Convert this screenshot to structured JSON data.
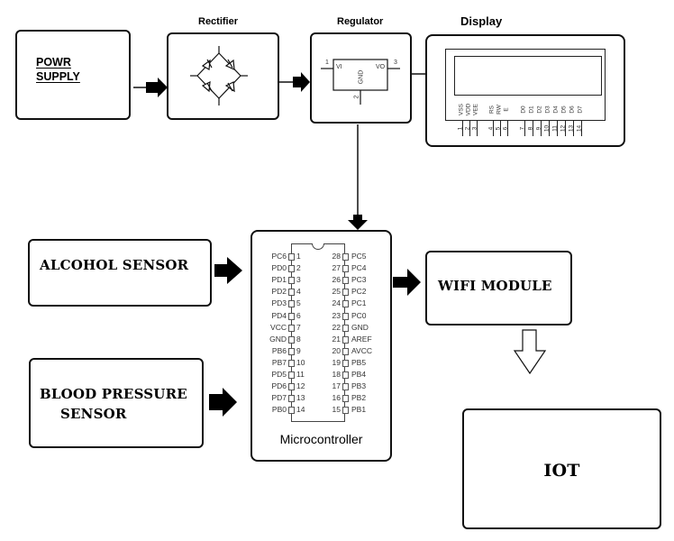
{
  "diagram": {
    "type": "block-diagram",
    "blocks": {
      "power_supply": {
        "line1": "POWR",
        "line2": "SUPPLY"
      },
      "rectifier": {
        "title": "Rectifier"
      },
      "regulator": {
        "title": "Regulator",
        "pin_in": "VI",
        "pin_out": "VO",
        "pin_gnd": "GND",
        "pin_in_num": "1",
        "pin_gnd_num": "2",
        "pin_out_num": "3"
      },
      "display": {
        "title": "Display",
        "pins": [
          {
            "num": "1",
            "name": "VSS"
          },
          {
            "num": "2",
            "name": "VDD"
          },
          {
            "num": "3",
            "name": "VEE"
          },
          {
            "num": "4",
            "name": "RS"
          },
          {
            "num": "5",
            "name": "RW"
          },
          {
            "num": "6",
            "name": "E"
          },
          {
            "num": "7",
            "name": "D0"
          },
          {
            "num": "8",
            "name": "D1"
          },
          {
            "num": "9",
            "name": "D2"
          },
          {
            "num": "10",
            "name": "D3"
          },
          {
            "num": "11",
            "name": "D4"
          },
          {
            "num": "12",
            "name": "D5"
          },
          {
            "num": "13",
            "name": "D6"
          },
          {
            "num": "14",
            "name": "D7"
          }
        ]
      },
      "alcohol_sensor": {
        "label": "ALCOHOL SENSOR"
      },
      "bp_sensor": {
        "line1": "BLOOD PRESSURE",
        "line2": "SENSOR"
      },
      "microcontroller": {
        "label": "Microcontroller",
        "left_pins": [
          {
            "name": "PC6",
            "num": "1"
          },
          {
            "name": "PD0",
            "num": "2"
          },
          {
            "name": "PD1",
            "num": "3"
          },
          {
            "name": "PD2",
            "num": "4"
          },
          {
            "name": "PD3",
            "num": "5"
          },
          {
            "name": "PD4",
            "num": "6"
          },
          {
            "name": "VCC",
            "num": "7"
          },
          {
            "name": "GND",
            "num": "8"
          },
          {
            "name": "PB6",
            "num": "9"
          },
          {
            "name": "PB7",
            "num": "10"
          },
          {
            "name": "PD5",
            "num": "11"
          },
          {
            "name": "PD6",
            "num": "12"
          },
          {
            "name": "PD7",
            "num": "13"
          },
          {
            "name": "PB0",
            "num": "14"
          }
        ],
        "right_pins": [
          {
            "num": "28",
            "name": "PC5"
          },
          {
            "num": "27",
            "name": "PC4"
          },
          {
            "num": "26",
            "name": "PC3"
          },
          {
            "num": "25",
            "name": "PC2"
          },
          {
            "num": "24",
            "name": "PC1"
          },
          {
            "num": "23",
            "name": "PC0"
          },
          {
            "num": "22",
            "name": "GND"
          },
          {
            "num": "21",
            "name": "AREF"
          },
          {
            "num": "20",
            "name": "AVCC"
          },
          {
            "num": "19",
            "name": "PB5"
          },
          {
            "num": "18",
            "name": "PB4"
          },
          {
            "num": "17",
            "name": "PB3"
          },
          {
            "num": "16",
            "name": "PB2"
          },
          {
            "num": "15",
            "name": "PB1"
          }
        ]
      },
      "wifi_module": {
        "label": "WIFI MODULE"
      },
      "iot": {
        "label": "IOT"
      }
    },
    "connections": [
      {
        "from": "power_supply",
        "to": "rectifier"
      },
      {
        "from": "rectifier",
        "to": "regulator"
      },
      {
        "from": "regulator",
        "to": "display"
      },
      {
        "from": "regulator",
        "to": "microcontroller"
      },
      {
        "from": "alcohol_sensor",
        "to": "microcontroller"
      },
      {
        "from": "bp_sensor",
        "to": "microcontroller"
      },
      {
        "from": "microcontroller",
        "to": "wifi_module"
      },
      {
        "from": "wifi_module",
        "to": "iot"
      }
    ]
  }
}
